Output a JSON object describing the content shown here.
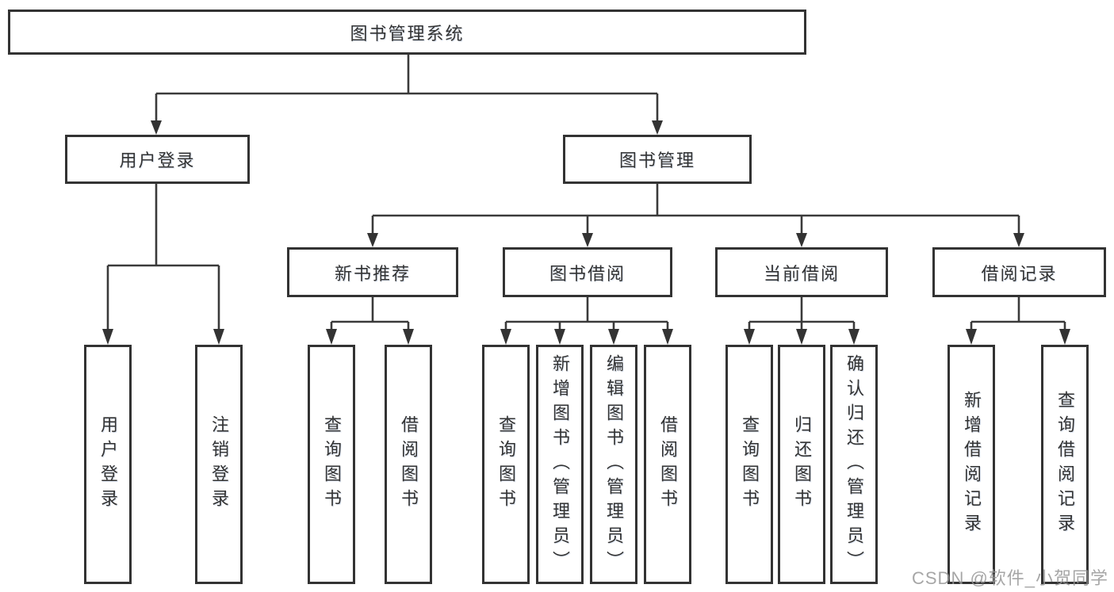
{
  "diagram": {
    "type": "function-structure-tree",
    "line_color": "#3a3a3a",
    "box_border_color": "#333333",
    "box_fill_color": "#ffffff",
    "text_color": "#333333",
    "watermark_color": "#999999",
    "watermark": "CSDN @软件_小贺同学"
  },
  "tree": {
    "root": "图书管理系统",
    "level2": {
      "user_login": "用户登录",
      "book_mgmt": "图书管理"
    },
    "level3": {
      "new_book_rec": "新书推荐",
      "book_borrow": "图书借阅",
      "current_borrow": "当前借阅",
      "borrow_record": "借阅记录"
    },
    "leaves": {
      "user_login": [
        "用户登录",
        "注销登录"
      ],
      "new_book_rec": [
        "查询图书",
        "借阅图书"
      ],
      "book_borrow": [
        "查询图书",
        "新增图书（管理员）",
        "编辑图书（管理员）",
        "借阅图书"
      ],
      "current_borrow": [
        "查询图书",
        "归还图书",
        "确认归还（管理员）"
      ],
      "borrow_record": [
        "新增借阅记录",
        "查询借阅记录"
      ]
    }
  }
}
